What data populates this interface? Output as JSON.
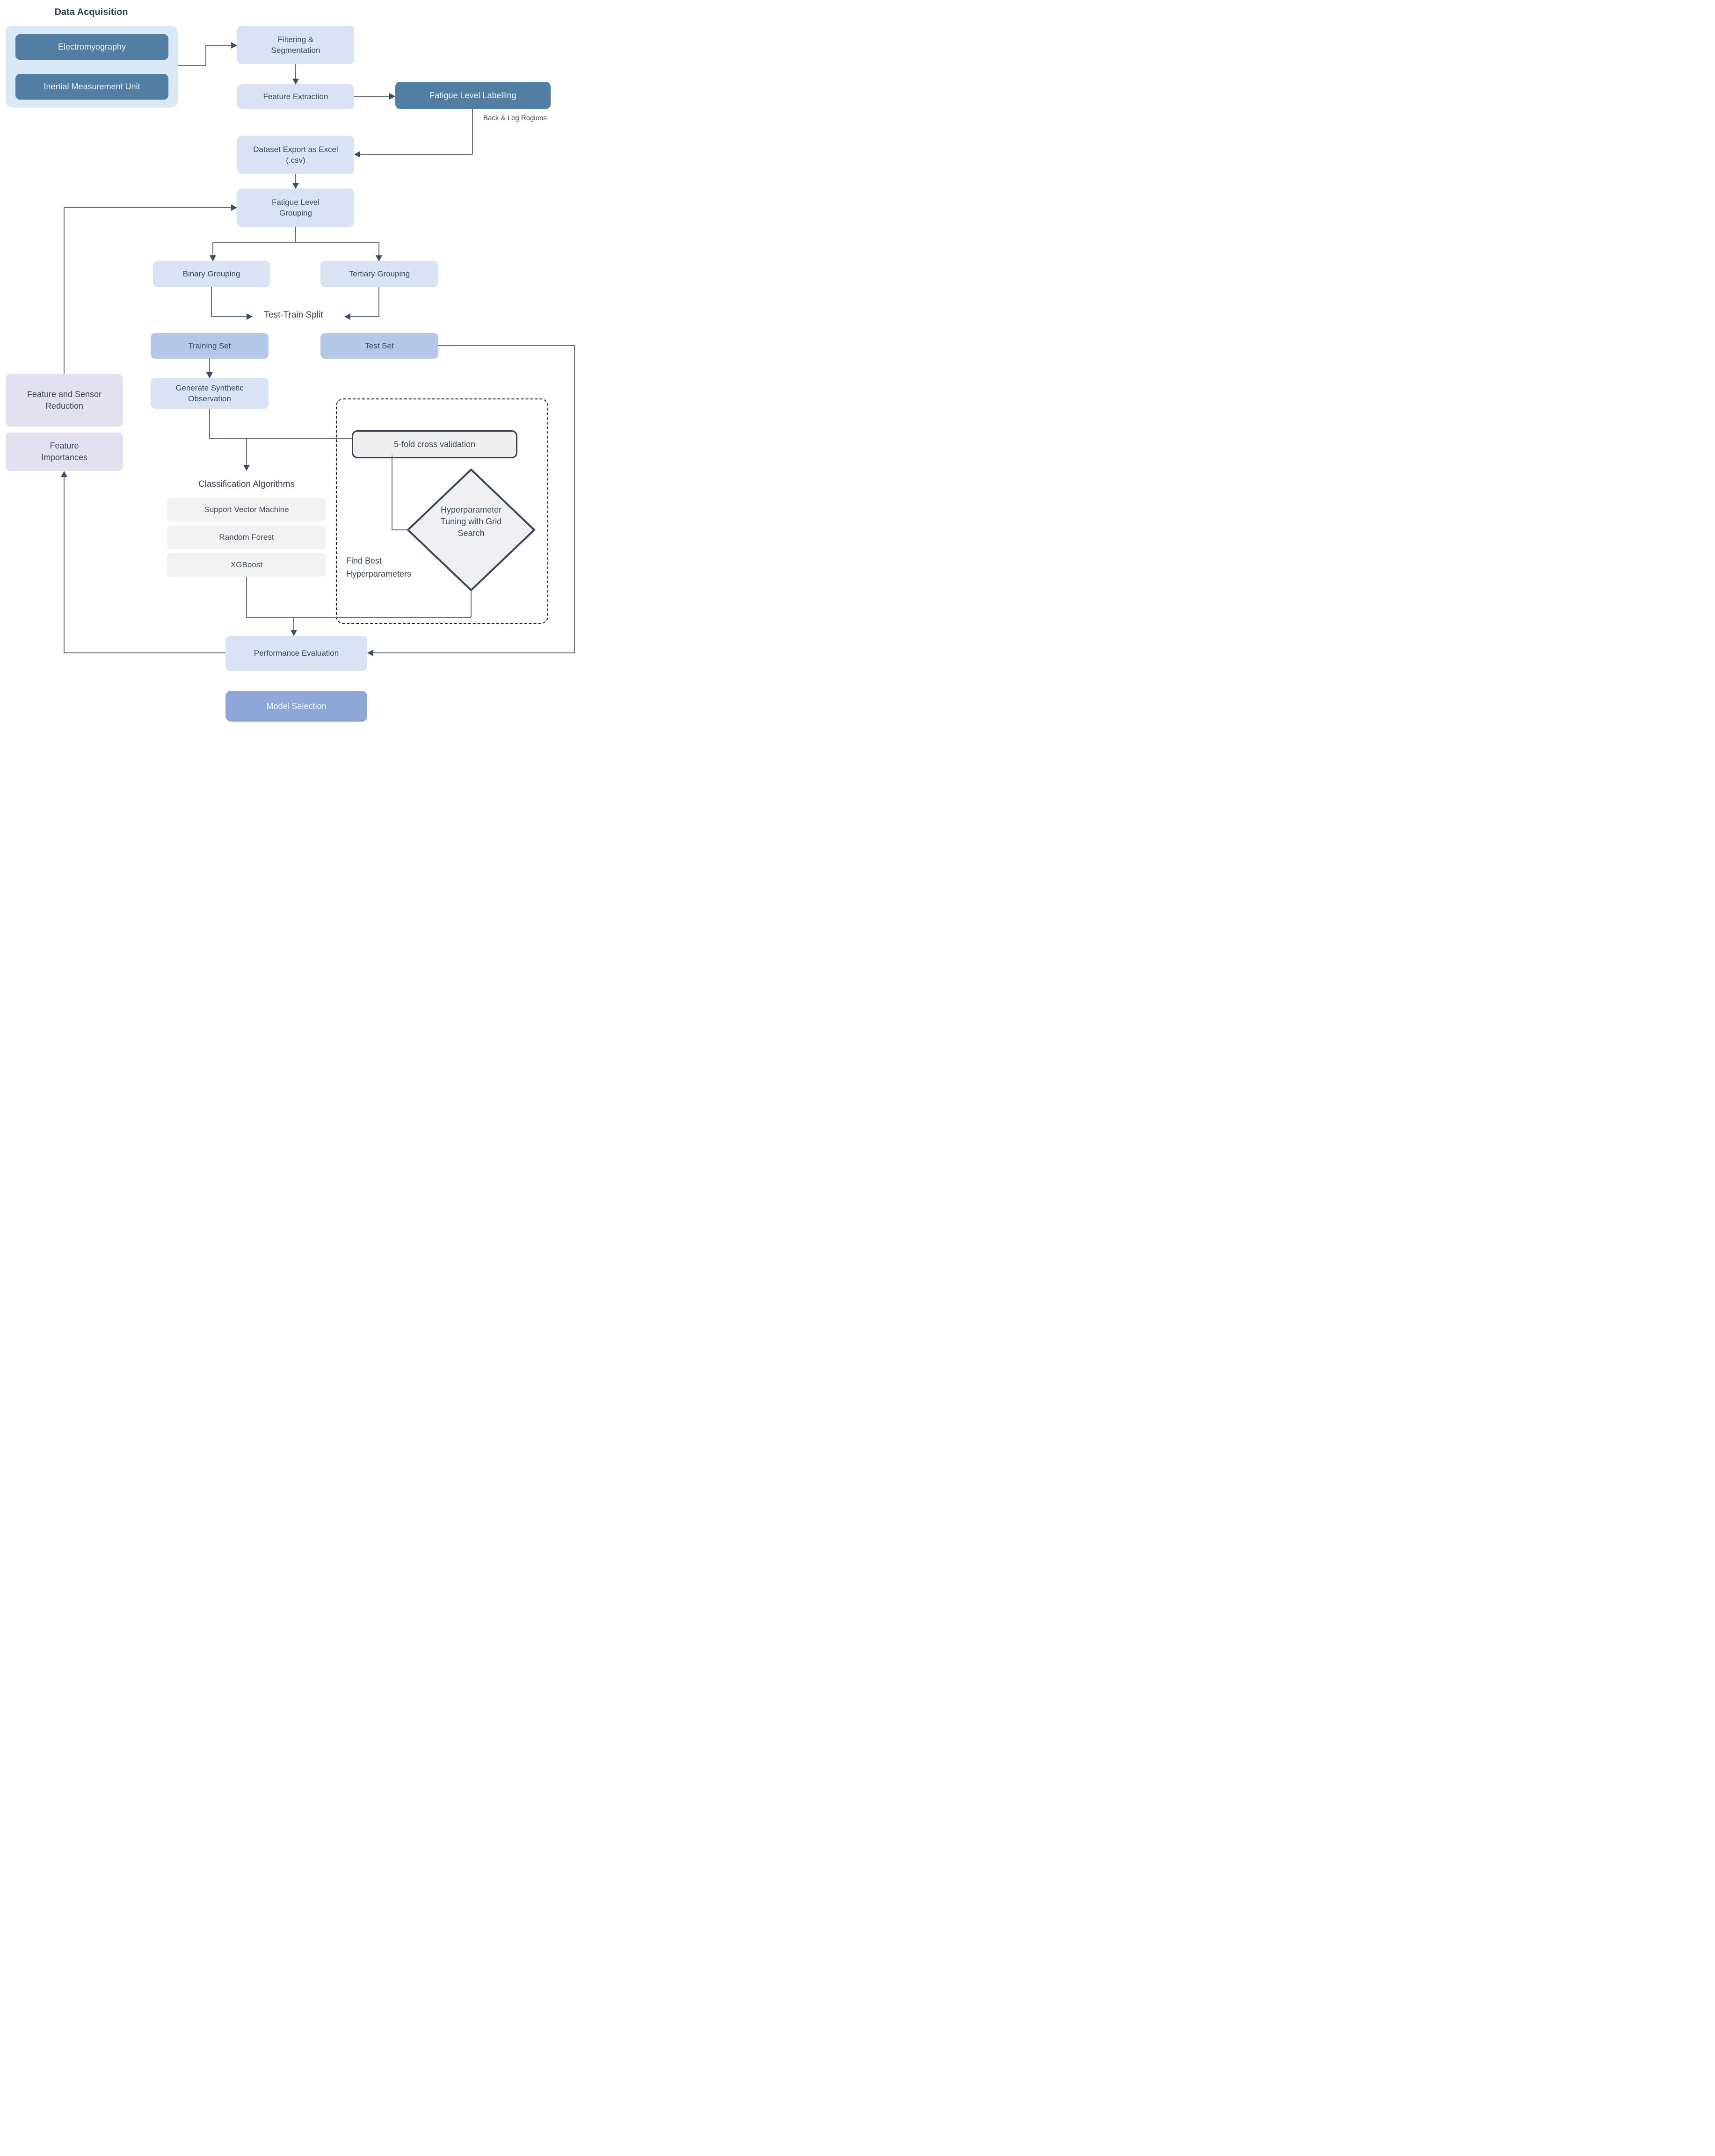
{
  "diagram_title": "Data Acquisition",
  "nodes": {
    "electromyography": "Electromyography",
    "inertial_measurement_unit": "Inertial Measurement Unit",
    "filtering_segmentation": "Filtering & Segmentation",
    "feature_extraction": "Feature Extraction",
    "fatigue_level_labelling": "Fatigue Level Labelling",
    "back_leg_regions": "Back & Leg Regions",
    "dataset_export": "Dataset Export as Excel (.csv)",
    "fatigue_level_grouping": "Fatigue Level Grouping",
    "binary_grouping": "Binary Grouping",
    "tertiary_grouping": "Tertiary Grouping",
    "test_train_split": "Test-Train Split",
    "training_set": "Training Set",
    "test_set": "Test Set",
    "generate_synthetic_observation": "Generate Synthetic Observation",
    "five_fold_cv": "5-fold cross validation",
    "classification_algorithms": "Classification Algorithms",
    "svm": "Support Vector Machine",
    "random_forest": "Random Forest",
    "xgboost": "XGBoost",
    "hyperparameter_tuning": "Hyperparameter Tuning with Grid Search",
    "find_best_hyperparameters": "Find Best Hyperparameters",
    "feature_sensor_reduction": "Feature and Sensor Reduction",
    "feature_importances": "Feature Importances",
    "performance_evaluation": "Performance Evaluation",
    "model_selection": "Model Selection"
  },
  "colors": {
    "dark_blue": "#527ea3",
    "light_blue": "#dae3f3",
    "container_blue": "#dbe9f7",
    "medium_blue": "#b3c7e9",
    "model_selection_blue": "#8ea6d8",
    "lavender": "#e3e1ef",
    "algorithm_gray": "#f2f2f2",
    "outline_dark": "#3c4859",
    "connector_line": "#66707c",
    "arrowhead": "#3e4d63",
    "text_dark": "#3d4a5e"
  }
}
